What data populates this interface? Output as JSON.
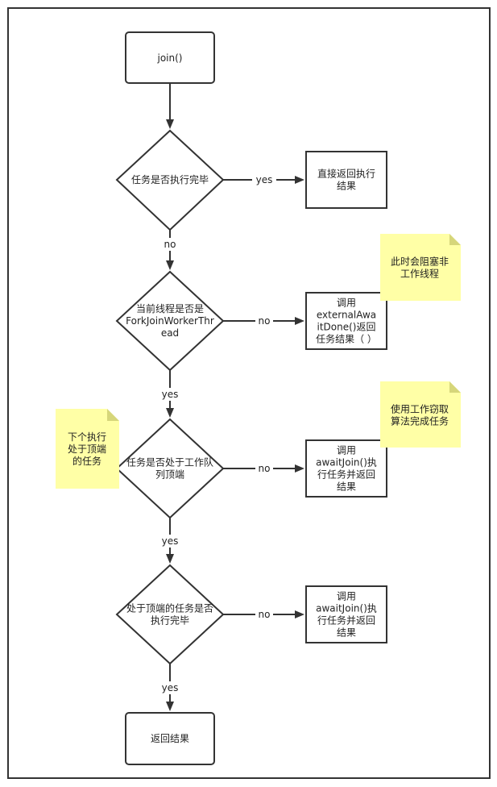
{
  "nodes": {
    "start": [
      "join()"
    ],
    "check_done": [
      "任务是否执行完毕"
    ],
    "direct_return": [
      "直接返回执行",
      "结果"
    ],
    "check_thread": [
      "当前线程是否是",
      "ForkJoinWorkerThr",
      "ead"
    ],
    "external_wait": [
      "调用",
      "externalAwa",
      "itDone()返回",
      "任务结果（  ）"
    ],
    "check_top": [
      "任务是否处于工作队",
      "列顶端"
    ],
    "await_join_1": [
      "调用",
      "awaitJoin()执",
      "行任务并返回",
      "结果"
    ],
    "check_top_done": [
      "处于顶端的任务是否",
      "执行完毕"
    ],
    "await_join_2": [
      "调用",
      "awaitJoin()执",
      "行任务并返回",
      "结果"
    ],
    "return_result": [
      "返回结果"
    ]
  },
  "notes": {
    "block_note": [
      "此时会阻塞非",
      "工作线程"
    ],
    "steal_note": [
      "使用工作窃取",
      "算法完成任务"
    ],
    "top_note": [
      "下个执行",
      "处于顶端",
      "的任务"
    ]
  },
  "edges": {
    "e_done_yes": "yes",
    "e_done_no": "no",
    "e_thread_no": "no",
    "e_thread_yes": "yes",
    "e_top_no": "no",
    "e_top_yes": "yes",
    "e_topdone_no": "no",
    "e_topdone_yes": "yes"
  },
  "colors": {
    "stroke": "#333333",
    "note_fill": "#ffffa6",
    "background": "#ffffff"
  }
}
